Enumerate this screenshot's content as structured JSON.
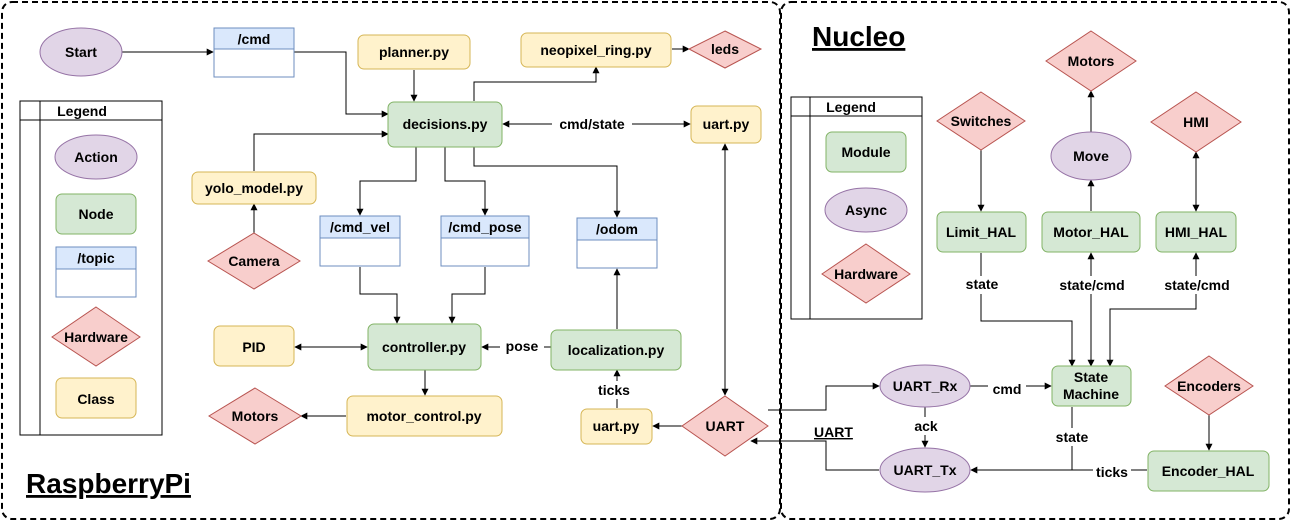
{
  "regions": {
    "raspberry": "RaspberryPi",
    "nucleo": "Nucleo"
  },
  "legend_left": {
    "title": "Legend",
    "items": [
      "Action",
      "Node",
      "/topic",
      "Hardware",
      "Class"
    ]
  },
  "legend_right": {
    "title": "Legend",
    "items": [
      "Module",
      "Async",
      "Hardware"
    ]
  },
  "pi": {
    "start": "Start",
    "cmd_topic": "/cmd",
    "planner": "planner.py",
    "neopixel": "neopixel_ring.py",
    "leds": "leds",
    "decisions": "decisions.py",
    "uart_py_top": "uart.py",
    "yolo": "yolo_model.py",
    "camera": "Camera",
    "cmd_vel": "/cmd_vel",
    "cmd_pose": "/cmd_pose",
    "odom": "/odom",
    "pid": "PID",
    "controller": "controller.py",
    "localization": "localization.py",
    "motors": "Motors",
    "motor_control": "motor_control.py",
    "uart_py_bottom": "uart.py",
    "uart_hw": "UART"
  },
  "nucleo": {
    "motors": "Motors",
    "switches": "Switches",
    "move": "Move",
    "hmi": "HMI",
    "limit_hal": "Limit_HAL",
    "motor_hal": "Motor_HAL",
    "hmi_hal": "HMI_HAL",
    "uart_rx": "UART_Rx",
    "uart_tx": "UART_Tx",
    "state_machine_1": "State",
    "state_machine_2": "Machine",
    "encoders": "Encoders",
    "encoder_hal": "Encoder_HAL"
  },
  "edge_labels": {
    "cmd_state": "cmd/state",
    "pose": "pose",
    "ticks_pi": "ticks",
    "state_limit": "state",
    "state_cmd_motor": "state/cmd",
    "state_cmd_hmi": "state/cmd",
    "cmd_rx": "cmd",
    "ack": "ack",
    "state_sm": "state",
    "uart_link": "UART",
    "ticks_enc": "ticks"
  },
  "colors": {
    "action_fill": "#e1d5e7",
    "action_stroke": "#9673a6",
    "node_fill": "#d5e8d4",
    "node_stroke": "#82b366",
    "topic_fill": "#dae8fc",
    "topic_stroke": "#6c8ebf",
    "hw_fill": "#f8cecc",
    "hw_stroke": "#b85450",
    "class_fill": "#fff2cc",
    "class_stroke": "#d6b656"
  }
}
